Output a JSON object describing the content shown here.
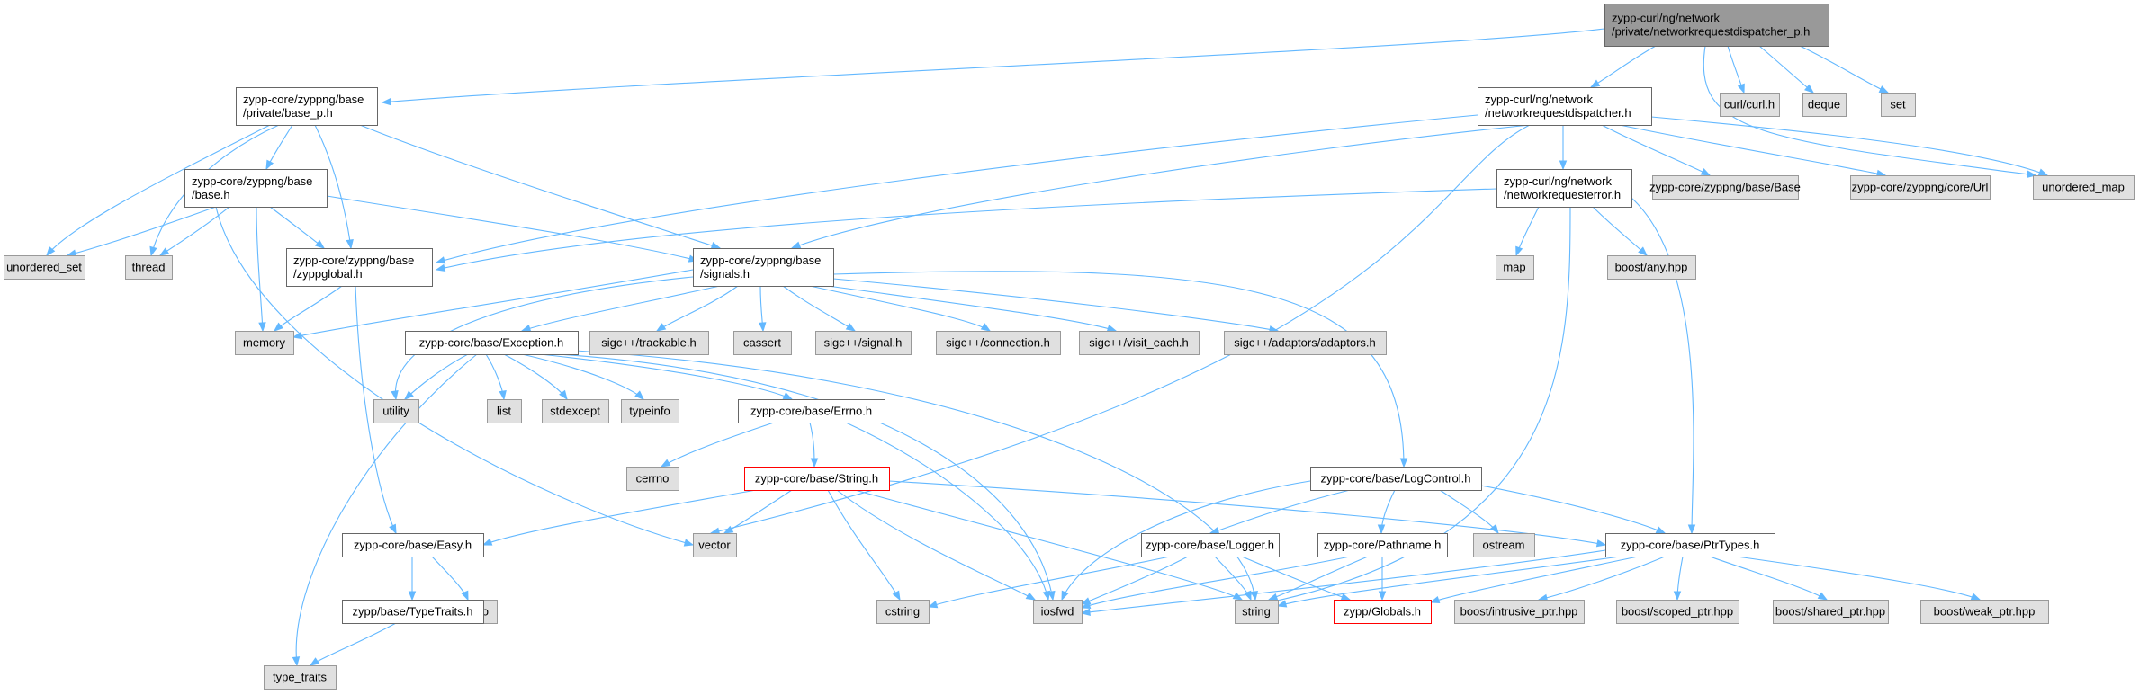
{
  "graph": {
    "colors": {
      "root_fill": "#999999",
      "root_border": "#666666",
      "header_fill": "#ffffff",
      "header_border": "#666666",
      "system_fill": "#e0e0e0",
      "system_border": "#999999",
      "missing_border": "#ff0000",
      "edge": "#63b8ff"
    },
    "nodes": [
      {
        "id": "root",
        "kind": "root",
        "lines": [
          "zypp-curl/ng/network",
          "/private/networkrequestdispatcher_p.h"
        ]
      },
      {
        "id": "base_p",
        "kind": "header",
        "lines": [
          "zypp-core/zyppng/base",
          "/private/base_p.h"
        ]
      },
      {
        "id": "nrd",
        "kind": "header",
        "lines": [
          "zypp-curl/ng/network",
          "/networkrequestdispatcher.h"
        ]
      },
      {
        "id": "curl",
        "kind": "system",
        "lines": [
          "curl/curl.h"
        ]
      },
      {
        "id": "deque",
        "kind": "system",
        "lines": [
          "deque"
        ]
      },
      {
        "id": "set",
        "kind": "system",
        "lines": [
          "set"
        ]
      },
      {
        "id": "base_h",
        "kind": "header",
        "lines": [
          "zypp-core/zyppng/base",
          "/base.h"
        ]
      },
      {
        "id": "nre",
        "kind": "header",
        "lines": [
          "zypp-curl/ng/network",
          "/networkrequesterror.h"
        ]
      },
      {
        "id": "zbase",
        "kind": "system",
        "lines": [
          "zypp-core/zyppng/base/Base"
        ]
      },
      {
        "id": "zurl",
        "kind": "system",
        "lines": [
          "zypp-core/zyppng/core/Url"
        ]
      },
      {
        "id": "umap",
        "kind": "system",
        "lines": [
          "unordered_map"
        ]
      },
      {
        "id": "uset",
        "kind": "system",
        "lines": [
          "unordered_set"
        ]
      },
      {
        "id": "thread",
        "kind": "system",
        "lines": [
          "thread"
        ]
      },
      {
        "id": "zglobal",
        "kind": "header",
        "lines": [
          "zypp-core/zyppng/base",
          "/zyppglobal.h"
        ]
      },
      {
        "id": "signals",
        "kind": "header",
        "lines": [
          "zypp-core/zyppng/base",
          "/signals.h"
        ]
      },
      {
        "id": "map",
        "kind": "system",
        "lines": [
          "map"
        ]
      },
      {
        "id": "bany",
        "kind": "system",
        "lines": [
          "boost/any.hpp"
        ]
      },
      {
        "id": "memory",
        "kind": "system",
        "lines": [
          "memory"
        ]
      },
      {
        "id": "exc",
        "kind": "header",
        "lines": [
          "zypp-core/base/Exception.h"
        ]
      },
      {
        "id": "trackable",
        "kind": "system",
        "lines": [
          "sigc++/trackable.h"
        ]
      },
      {
        "id": "cassert",
        "kind": "system",
        "lines": [
          "cassert"
        ]
      },
      {
        "id": "sigsig",
        "kind": "system",
        "lines": [
          "sigc++/signal.h"
        ]
      },
      {
        "id": "sigconn",
        "kind": "system",
        "lines": [
          "sigc++/connection.h"
        ]
      },
      {
        "id": "sigvisit",
        "kind": "system",
        "lines": [
          "sigc++/visit_each.h"
        ]
      },
      {
        "id": "sigadapt",
        "kind": "system",
        "lines": [
          "sigc++/adaptors/adaptors.h"
        ]
      },
      {
        "id": "utility",
        "kind": "system",
        "lines": [
          "utility"
        ]
      },
      {
        "id": "list",
        "kind": "system",
        "lines": [
          "list"
        ]
      },
      {
        "id": "stdexcept",
        "kind": "system",
        "lines": [
          "stdexcept"
        ]
      },
      {
        "id": "typeinfo",
        "kind": "system",
        "lines": [
          "typeinfo"
        ]
      },
      {
        "id": "errno",
        "kind": "header",
        "lines": [
          "zypp-core/base/Errno.h"
        ]
      },
      {
        "id": "cerrno",
        "kind": "system",
        "lines": [
          "cerrno"
        ]
      },
      {
        "id": "string_h",
        "kind": "missing",
        "lines": [
          "zypp-core/base/String.h"
        ]
      },
      {
        "id": "logctl",
        "kind": "header",
        "lines": [
          "zypp-core/base/LogControl.h"
        ]
      },
      {
        "id": "vector",
        "kind": "system",
        "lines": [
          "vector"
        ]
      },
      {
        "id": "easy",
        "kind": "header",
        "lines": [
          "zypp-core/base/Easy.h"
        ]
      },
      {
        "id": "logger",
        "kind": "header",
        "lines": [
          "zypp-core/base/Logger.h"
        ]
      },
      {
        "id": "pathname",
        "kind": "header",
        "lines": [
          "zypp-core/Pathname.h"
        ]
      },
      {
        "id": "ostream",
        "kind": "system",
        "lines": [
          "ostream"
        ]
      },
      {
        "id": "ptrtypes",
        "kind": "header",
        "lines": [
          "zypp-core/base/PtrTypes.h"
        ]
      },
      {
        "id": "cstdio",
        "kind": "system",
        "lines": [
          "cstdio"
        ]
      },
      {
        "id": "typetraits",
        "kind": "header",
        "lines": [
          "zypp/base/TypeTraits.h"
        ]
      },
      {
        "id": "cstring",
        "kind": "system",
        "lines": [
          "cstring"
        ]
      },
      {
        "id": "iosfwd",
        "kind": "system",
        "lines": [
          "iosfwd"
        ]
      },
      {
        "id": "string",
        "kind": "system",
        "lines": [
          "string"
        ]
      },
      {
        "id": "globals",
        "kind": "missing",
        "lines": [
          "zypp/Globals.h"
        ]
      },
      {
        "id": "bintr",
        "kind": "system",
        "lines": [
          "boost/intrusive_ptr.hpp"
        ]
      },
      {
        "id": "bscoped",
        "kind": "system",
        "lines": [
          "boost/scoped_ptr.hpp"
        ]
      },
      {
        "id": "bshared",
        "kind": "system",
        "lines": [
          "boost/shared_ptr.hpp"
        ]
      },
      {
        "id": "bweak",
        "kind": "system",
        "lines": [
          "boost/weak_ptr.hpp"
        ]
      },
      {
        "id": "type_traits",
        "kind": "system",
        "lines": [
          "type_traits"
        ]
      }
    ]
  }
}
